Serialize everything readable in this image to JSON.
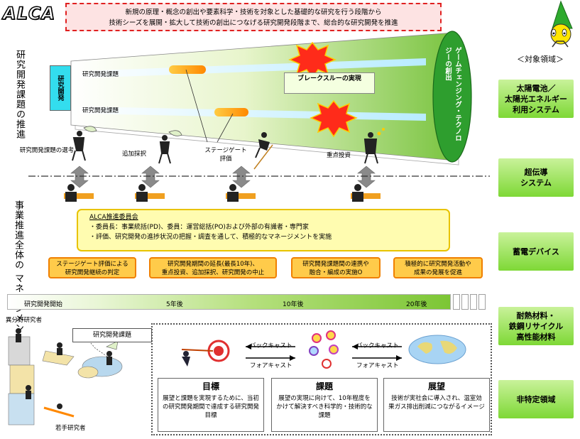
{
  "logo": "ALCA",
  "top_note": {
    "line1": "新規の原理・概念の創出や要素科学・技術を対象とした基礎的な研究を行う段階から",
    "line2": "技術シーズを展開・拡大して技術の創出につなげる研究開発段階まで、総合的な研究開発を推進"
  },
  "left_labels": {
    "rd_promotion": "研究開発課題の推進",
    "business_mgmt": "事業推進全体の マネージメント"
  },
  "pipeline": {
    "flag": "研究開発",
    "track1": "研究開発課題",
    "track2": "研究開発課題",
    "breakthrough": "ブレークスルーの実現",
    "game_changing": "ゲームチェンジング・テクノロジーの創出"
  },
  "events": {
    "selection": "研究開発課題の選考",
    "additional": "追加採択",
    "stage_gate": "ステージゲート評価",
    "priority_invest": "重点投資"
  },
  "domains": {
    "header": "＜対象領域＞",
    "items": [
      "太陽電池／\n太陽光エネルギー\n利用システム",
      "超伝導\nシステム",
      "蓄電デバイス",
      "耐熱材料・\n鉄鋼リサイクル\n高性能材料",
      "非特定領域"
    ]
  },
  "alca_committee": {
    "title": "ALCA推進委員会",
    "line1": "・委員長：事業統括(PD)、委員：運営総括(PO)および外部の有識者・専門家",
    "line2": "・評価、研究開発の進捗状況の把握・調査を通して、積極的なマネージメントを実施"
  },
  "mgmt_boxes": [
    "ステージゲート評価による\n研究開発継続の判定",
    "研究開発期間の延長(最長10年)、\n重点投資、追加採択、研究開発の中止",
    "研究開発課題間の連携や\n融合・編成の実施O",
    "積極的に研究開発活動や\n成果の発展を促進"
  ],
  "timeline": {
    "start": "研究開発開始",
    "y5": "5年後",
    "y10": "10年後",
    "y20": "20年後"
  },
  "bottom": {
    "diverse": "異分野研究者",
    "young": "若手研究者",
    "callout": "研究開発課題",
    "backcast": "バックキャスト",
    "forecast": "フォアキャスト",
    "cards": [
      {
        "title": "目標",
        "body": "展望と課題を実現するために、当初の研究開発期間で達成する研究開発目標"
      },
      {
        "title": "課題",
        "body": "展望の実現に向けて、10年程度をかけて解決すべき科学的・技術的な課題"
      },
      {
        "title": "展望",
        "body": "技術が実社会に導入され、温室効果ガス排出削減につながるイメージ"
      }
    ]
  },
  "colors": {
    "domain_green": "#7ed836",
    "alca_yellow": "#fffcb0",
    "mgmt_orange": "#ffcb4a",
    "note_red": "#e02020"
  }
}
